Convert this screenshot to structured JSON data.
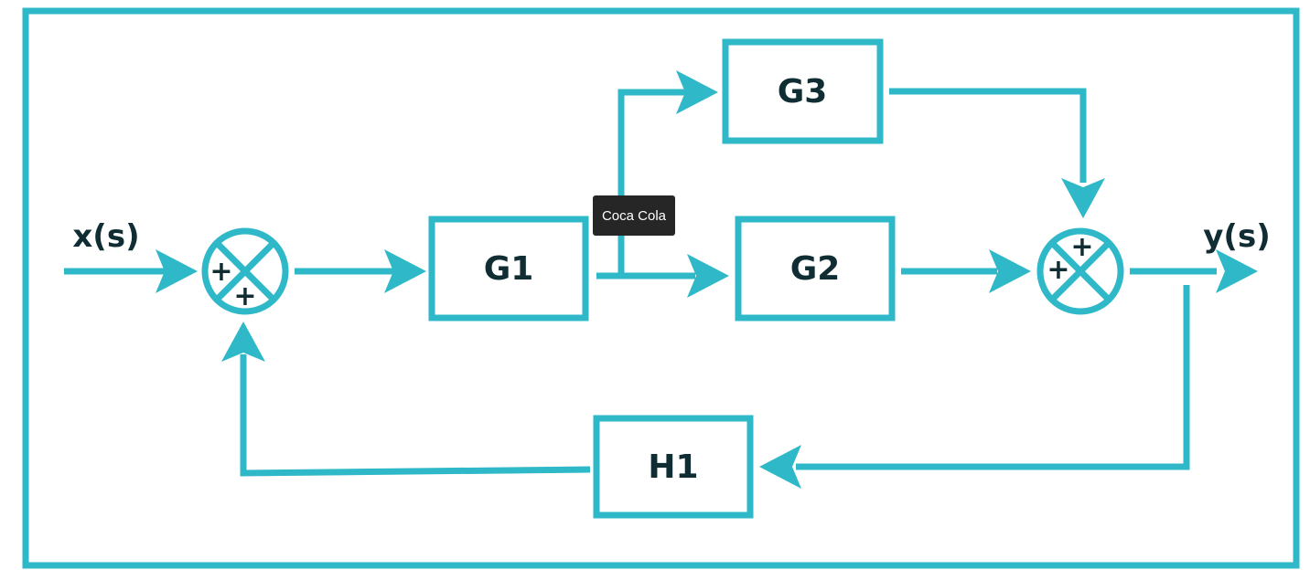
{
  "colors": {
    "stroke": "#2eb8c8",
    "text": "#0f2d33",
    "tooltip_bg": "#262626"
  },
  "diagram": {
    "input_label": "x(s)",
    "output_label": "y(s)",
    "blocks": {
      "g1": "G1",
      "g2": "G2",
      "g3": "G3",
      "h1": "H1"
    },
    "summing_junction_1": {
      "signs": [
        "+",
        "+"
      ]
    },
    "summing_junction_2": {
      "signs": [
        "+",
        "+"
      ]
    }
  },
  "tooltip": {
    "text": "Coca Cola"
  }
}
